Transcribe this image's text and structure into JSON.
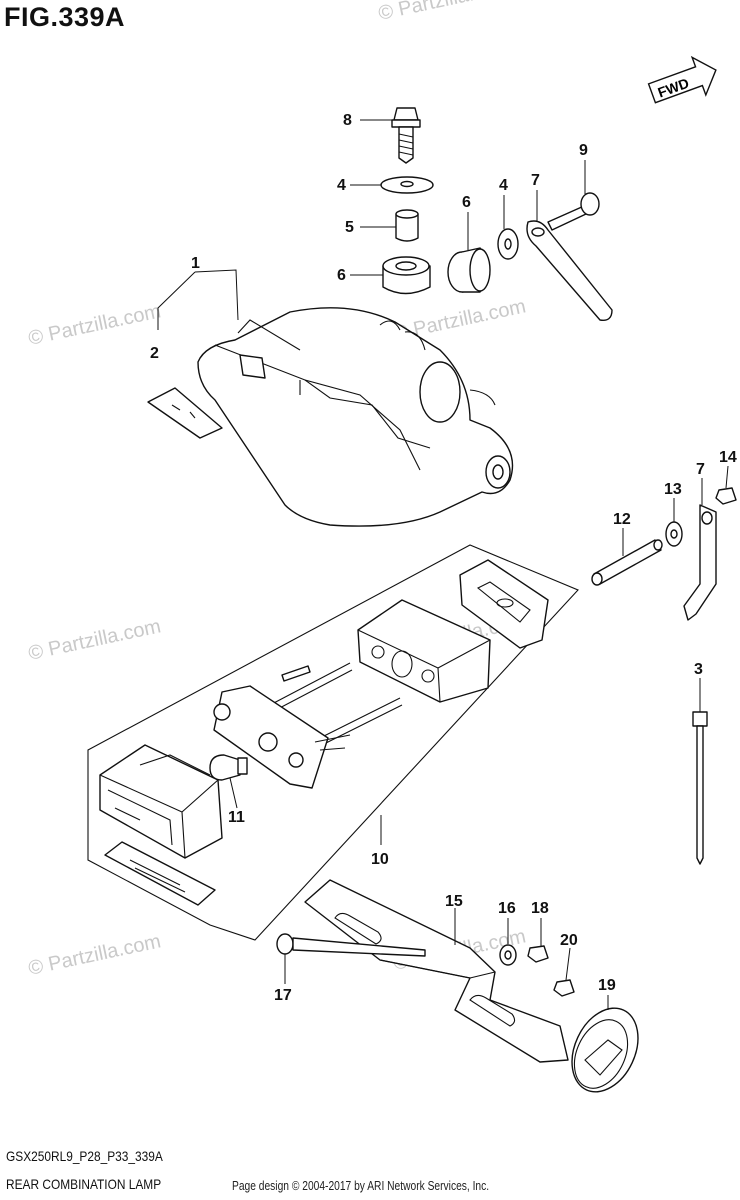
{
  "figure": {
    "title": "FIG.339A",
    "direction_label": "FWD",
    "model_code": "GSX250RL9_P28_P33_339A",
    "part_name": "REAR COMBINATION LAMP",
    "credit": "Page design © 2004-2017 by ARI Network Services, Inc.",
    "watermark": "© Partzilla.com"
  },
  "callouts": {
    "c1": "1",
    "c2": "2",
    "c3": "3",
    "c4a": "4",
    "c4b": "4",
    "c5": "5",
    "c6a": "6",
    "c6b": "6",
    "c7a": "7",
    "c7b": "7",
    "c8": "8",
    "c9": "9",
    "c10": "10",
    "c11": "11",
    "c12": "12",
    "c13": "13",
    "c14": "14",
    "c15": "15",
    "c16": "16",
    "c17": "17",
    "c18": "18",
    "c19": "19",
    "c20": "20"
  },
  "colors": {
    "line": "#111111",
    "watermark": "#c9c9c9",
    "background": "#ffffff"
  }
}
